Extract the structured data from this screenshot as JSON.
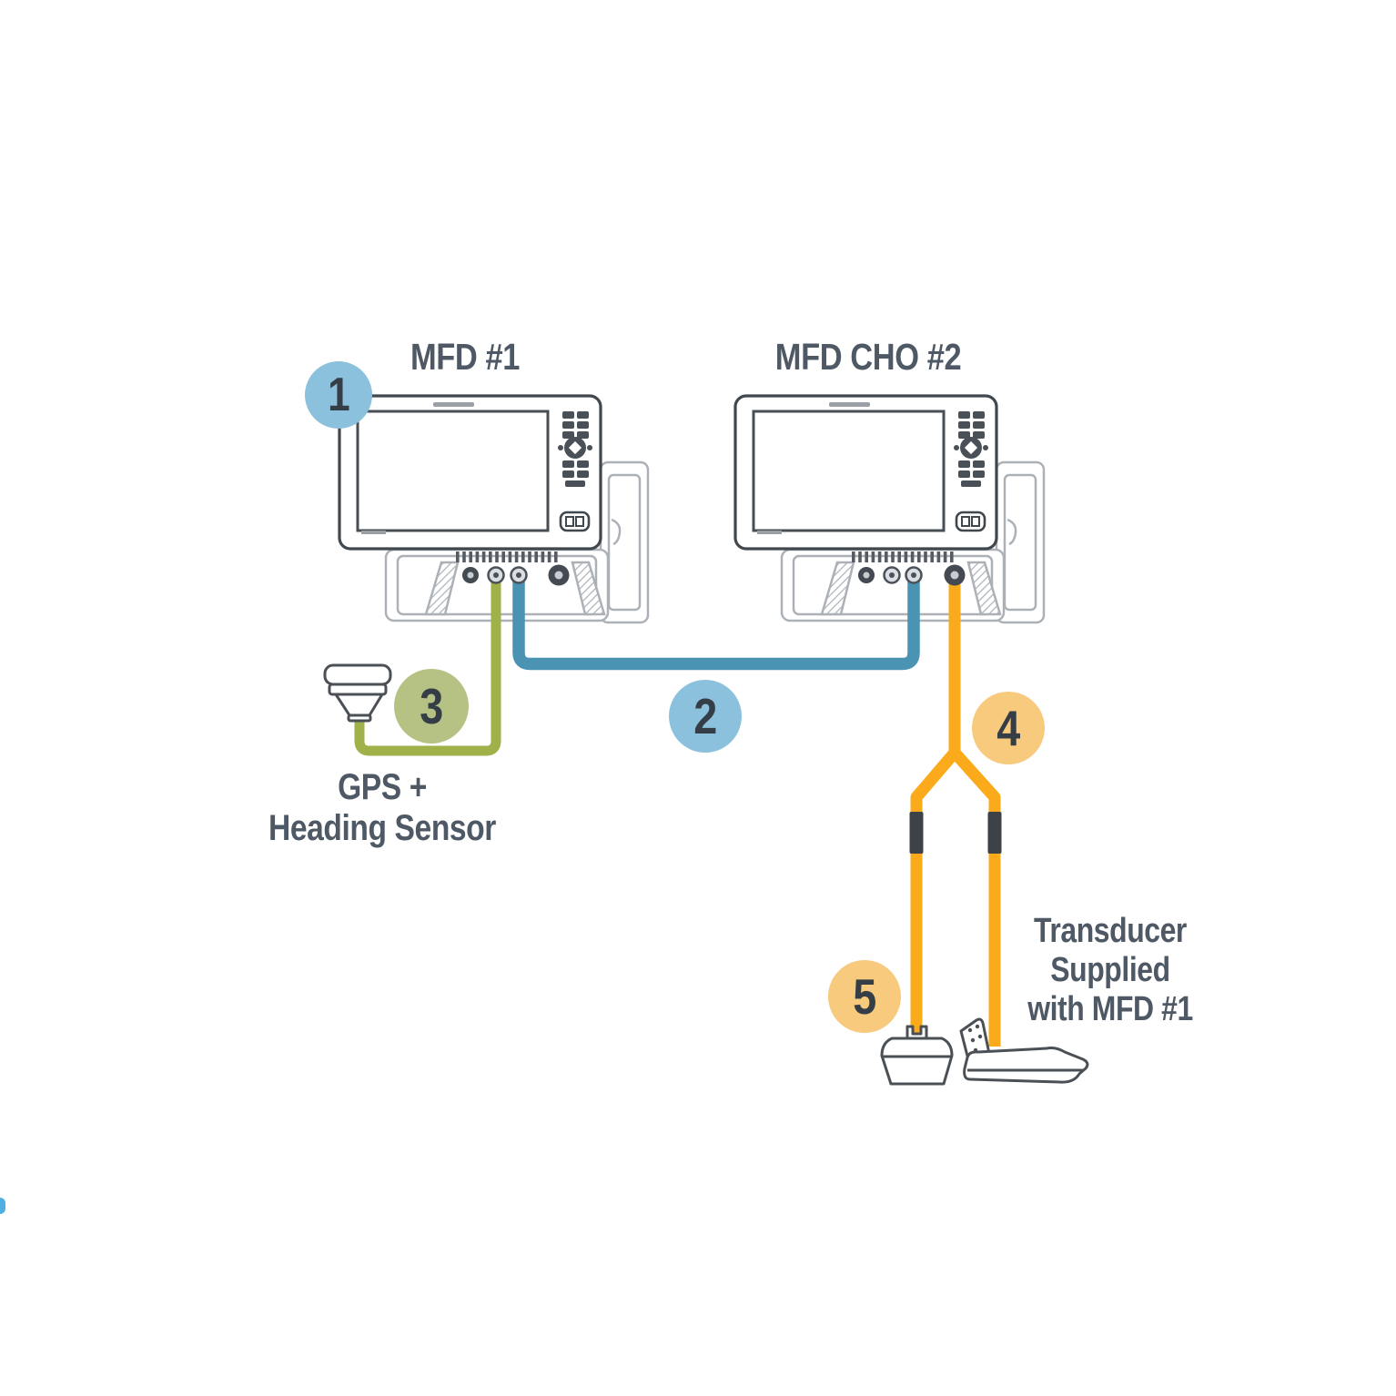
{
  "diagram": {
    "titles": {
      "mfd1": "MFD #1",
      "mfd2": "MFD CHO #2"
    },
    "badges": [
      {
        "label": "1",
        "color": "#8CC1DD"
      },
      {
        "label": "2",
        "color": "#8CC1DD"
      },
      {
        "label": "3",
        "color": "#B6C284"
      },
      {
        "label": "4",
        "color": "#F7CA7D"
      },
      {
        "label": "5",
        "color": "#F7CA7D"
      }
    ],
    "gps_label": {
      "line1": "GPS +",
      "line2": "Heading Sensor"
    },
    "transducer_label": {
      "line1": "Transducer",
      "line2": "Supplied",
      "line3": "with MFD #1"
    },
    "colors": {
      "cable_gps": "#9FB148",
      "cable_network": "#4A93B2",
      "cable_transducer": "#FAAA1A",
      "connector_sleeve": "#3C4248",
      "label_text": "#4E5965",
      "badge_number": "#353E46",
      "device_outline": "#40474D",
      "bracket_outline": "#ACB1B7"
    }
  }
}
